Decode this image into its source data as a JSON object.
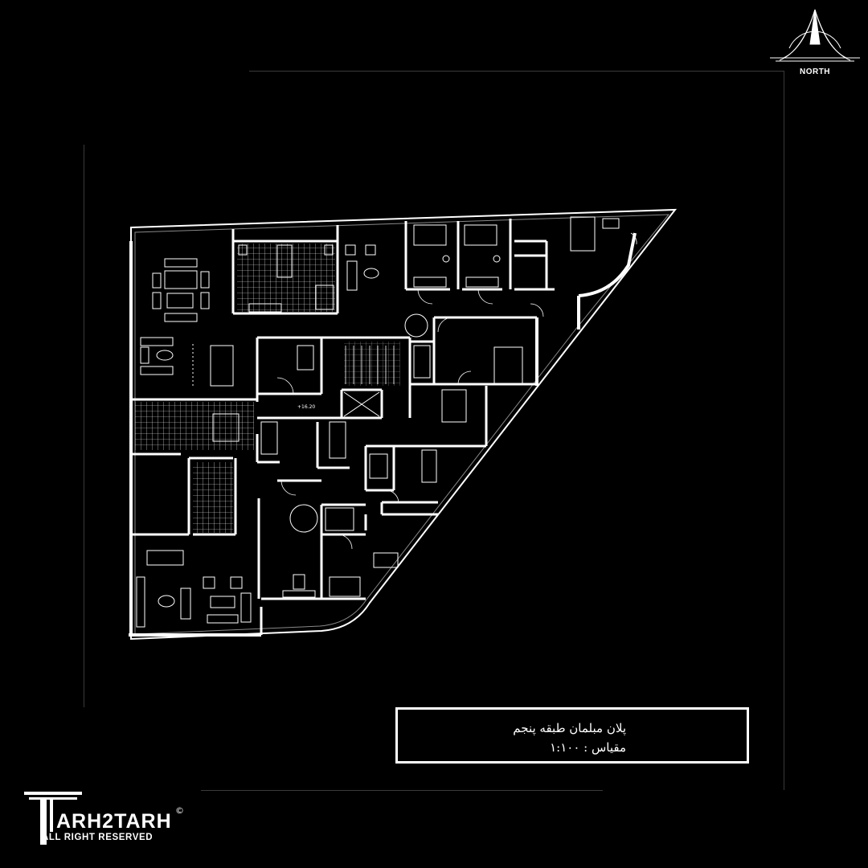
{
  "north_label": "NORTH",
  "title_block": {
    "line1": "پلان مبلمان طبقه پنجم",
    "line2": "مقیاس :  ۱:۱۰۰"
  },
  "logo": {
    "name": "ARH2TARH",
    "tagline": "ALL RIGHT RESERVED",
    "copyright": "©"
  },
  "plan": {
    "level_marker": "+16.20"
  },
  "colors": {
    "background": "#000000",
    "lines": "#ffffff",
    "frame": "#3a3a3a"
  }
}
